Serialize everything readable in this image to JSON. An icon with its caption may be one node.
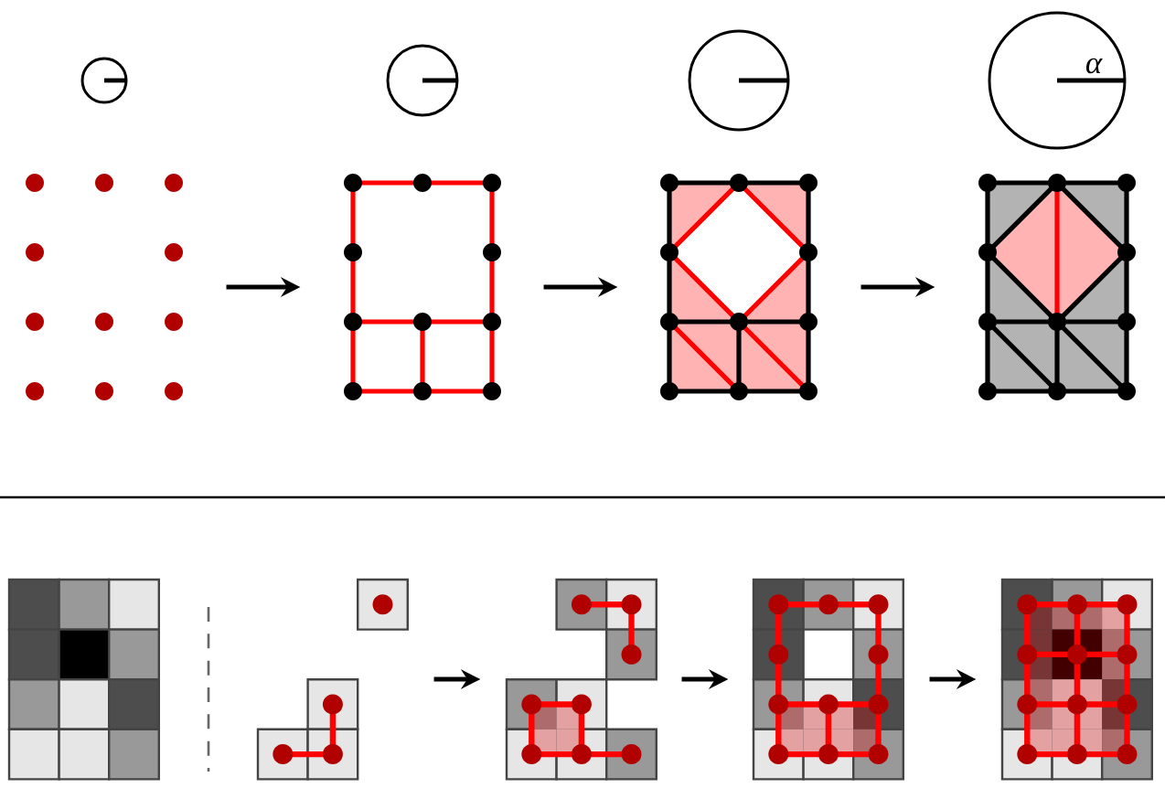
{
  "diagram": {
    "nodes": [
      {
        "text": [],
        "shape": "picture"
      },
      {
        "text": [],
        "shape": "picture"
      },
      {
        "text": [],
        "shape": "picture"
      },
      {
        "text": [],
        "shape": "picture"
      },
      {
        "text": [],
        "shape": "picture"
      },
      {
        "text": [],
        "shape": "picture"
      },
      {
        "text": [],
        "shape": "picture"
      },
      {
        "text": [],
        "shape": "picture"
      },
      {
        "text": [],
        "shape": "picture"
      }
    ],
    "edges": [
      {
        "from": 0,
        "to": 1,
        "arrow": "to"
      },
      {
        "from": 1,
        "to": 2,
        "arrow": "to"
      },
      {
        "from": 2,
        "to": 3,
        "arrow": "to"
      },
      {
        "from": 5,
        "to": 6,
        "arrow": "to"
      },
      {
        "from": 6,
        "to": 7,
        "arrow": "to"
      },
      {
        "from": 7,
        "to": 8,
        "arrow": "to"
      }
    ],
    "labels": [
      "α"
    ]
  }
}
